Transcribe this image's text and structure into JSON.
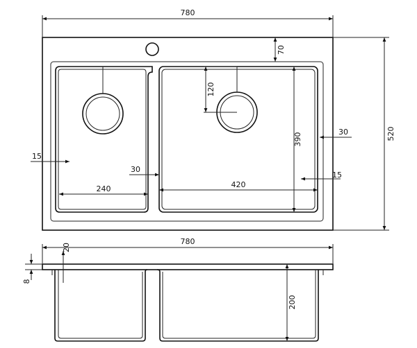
{
  "dimensions": {
    "top_width": "780",
    "right_height": "520",
    "tap_offset": "70",
    "drain_offset": "120",
    "bowl_depth": "390",
    "side_margin": "30",
    "left_inner_margin": "15",
    "divider_width": "30",
    "left_bowl_width": "240",
    "right_bowl_width": "420",
    "right_inner_margin": "15",
    "section_width": "780",
    "flange_thickness": "20",
    "lip_thickness": "8",
    "section_depth": "200"
  },
  "colors": {
    "line": "#111111",
    "background": "#ffffff"
  }
}
